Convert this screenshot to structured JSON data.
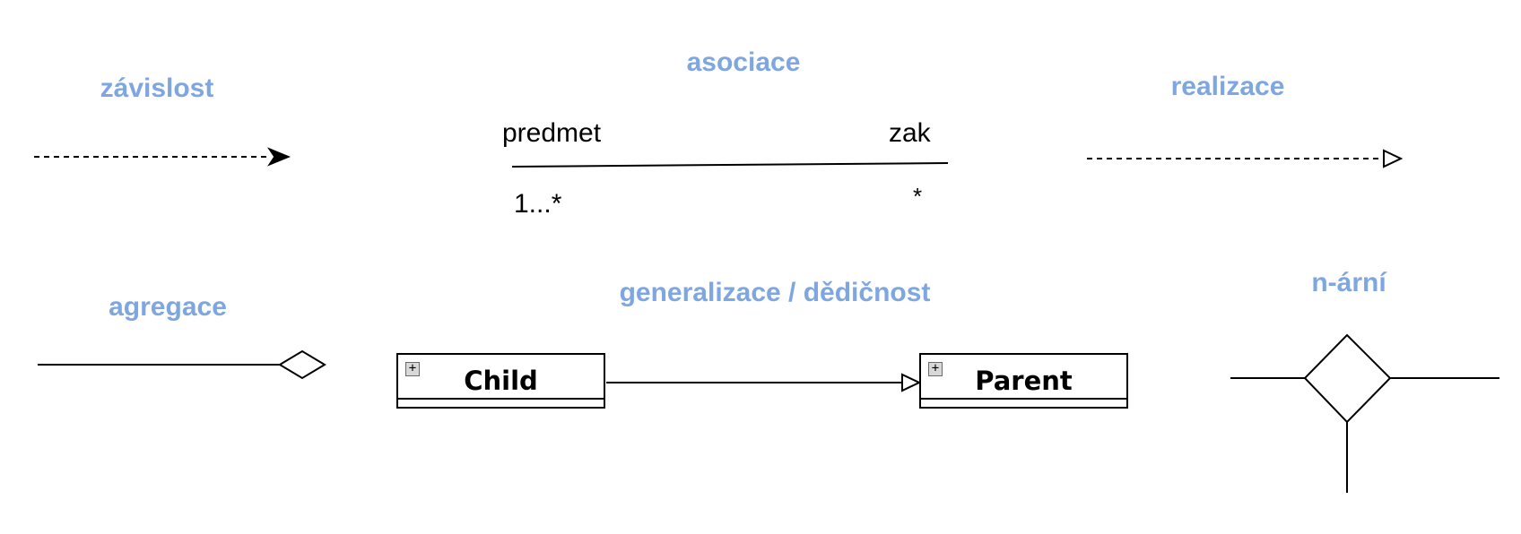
{
  "headings": {
    "dependency": "závislost",
    "association": "asociace",
    "realization": "realizace",
    "aggregation": "agregace",
    "generalization": "generalizace / dědičnost",
    "nary": "n-ární"
  },
  "association": {
    "left_role": "predmet",
    "right_role": "zak",
    "left_multiplicity": "1...*",
    "right_multiplicity": "*"
  },
  "generalization": {
    "child_class": "Child",
    "parent_class": "Parent",
    "expand_symbol": "+"
  },
  "colors": {
    "heading": "#7ea6e0",
    "line": "#000000",
    "expand_fill": "#d8d8d8"
  }
}
